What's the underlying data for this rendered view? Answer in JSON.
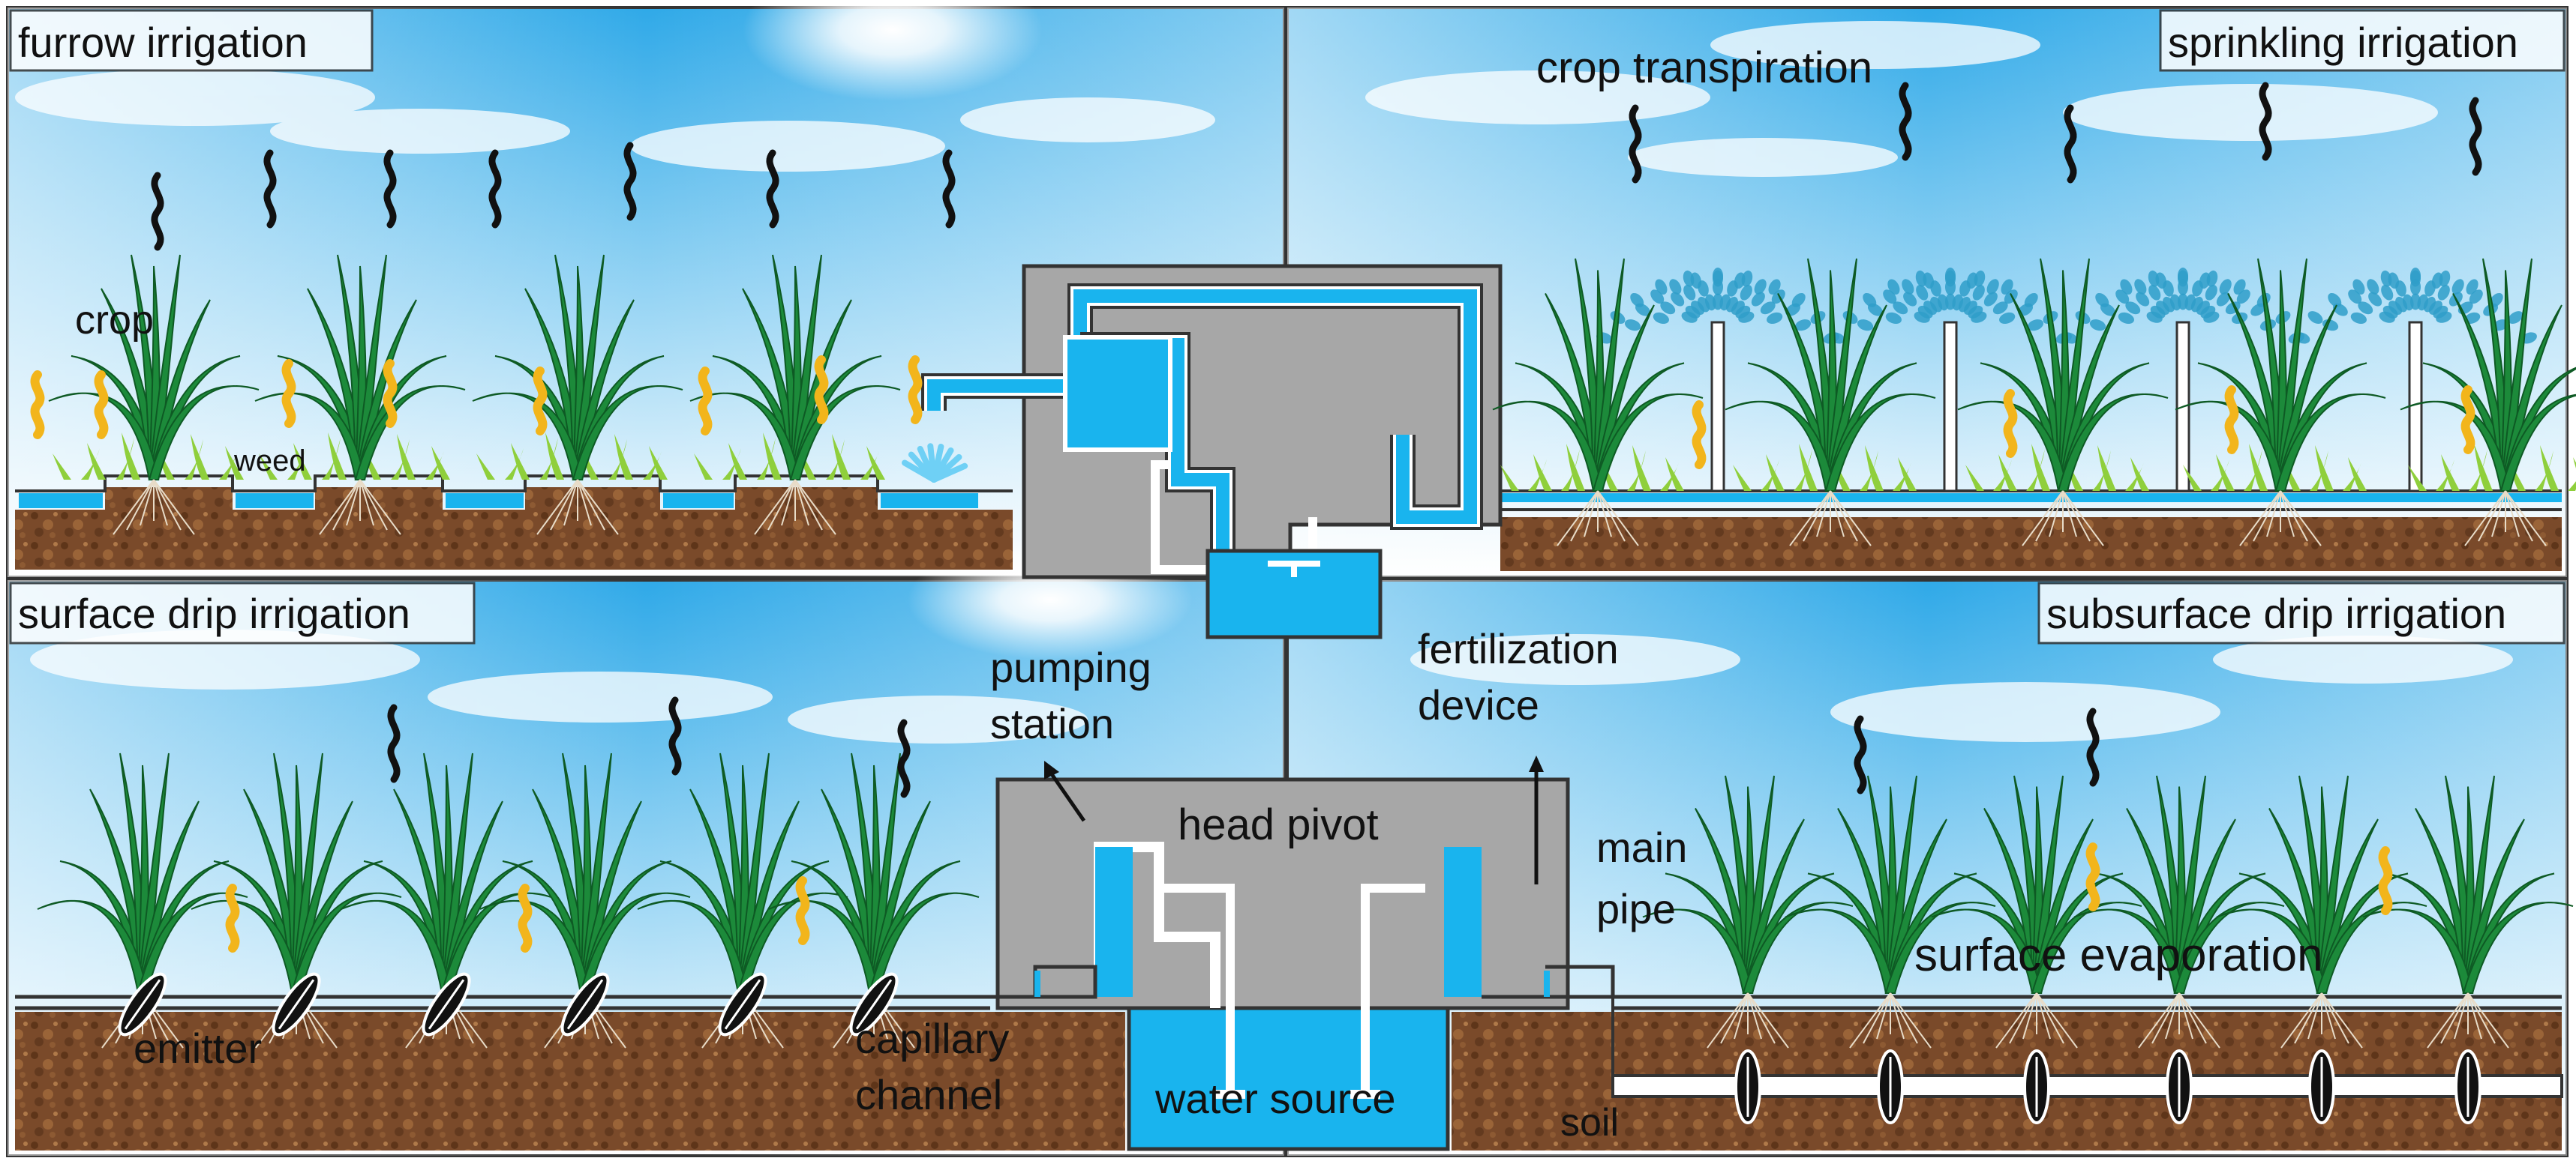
{
  "panels": {
    "furrow": "furrow irrigation",
    "sprinkling": "sprinkling irrigation",
    "surface_drip": "surface drip irrigation",
    "subsurface_drip": "subsurface drip irrigation"
  },
  "labels": {
    "crop_transpiration": "crop transpiration",
    "crop": "crop",
    "weed": "weed",
    "pumping_station_1": "pumping",
    "pumping_station_2": "station",
    "fertilization_device_1": "fertilization",
    "fertilization_device_2": "device",
    "head_pivot": "head pivot",
    "main_pipe_1": "main",
    "main_pipe_2": "pipe",
    "surface_evaporation": "surface evaporation",
    "emitter": "emitter",
    "capillary_channel_1": "capillary",
    "capillary_channel_2": "channel",
    "water_source": "water source",
    "soil": "soil"
  },
  "colors": {
    "sky_top": "#2fa9e8",
    "sky_bottom": "#ffffff",
    "water": "#19b4ee",
    "structure_gray": "#a7a7a7",
    "soil_brown": "#7a4a2a",
    "crop_green": "#1c8a3a",
    "weed_green": "#8fcf3c",
    "evaporation_yellow": "#f2b51b"
  },
  "icons": [
    "transpiration-squiggle-icon",
    "evaporation-squiggle-icon",
    "crop-icon",
    "weed-icon",
    "sprinkler-spray-icon",
    "emitter-icon",
    "sun-icon"
  ]
}
